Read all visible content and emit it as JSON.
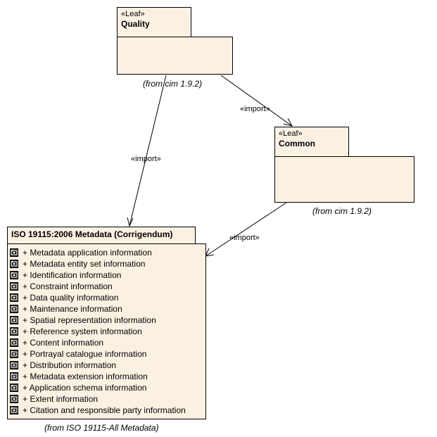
{
  "packages": {
    "quality": {
      "stereotype": "«Leaf»",
      "name": "Quality",
      "from": "(from cim 1.9.2)"
    },
    "common": {
      "stereotype": "«Leaf»",
      "name": "Common",
      "from": "(from cim 1.9.2)"
    },
    "iso": {
      "name": "ISO 19115:2006 Metadata (Corrigendum)",
      "from": "(from ISO 19115-All Metadata)",
      "items": [
        {
          "label": "+ Metadata application information",
          "icon": "package-icon"
        },
        {
          "label": "+ Metadata entity set information",
          "icon": "package-icon"
        },
        {
          "label": "+ Identification information",
          "icon": "package-icon"
        },
        {
          "label": "+ Constraint information",
          "icon": "package-icon"
        },
        {
          "label": "+ Data quality information",
          "icon": "package-icon"
        },
        {
          "label": "+ Maintenance information",
          "icon": "package-icon"
        },
        {
          "label": "+ Spatial representation information",
          "icon": "package-icon"
        },
        {
          "label": "+ Reference system information",
          "icon": "package-icon"
        },
        {
          "label": "+ Content information",
          "icon": "package-icon"
        },
        {
          "label": "+ Portrayal catalogue information",
          "icon": "package-icon"
        },
        {
          "label": "+ Distribution information",
          "icon": "package-icon"
        },
        {
          "label": "+ Metadata extension information",
          "icon": "package-icon"
        },
        {
          "label": "+ Application schema information",
          "icon": "package-icon"
        },
        {
          "label": "+ Extent information",
          "icon": "package-icon"
        },
        {
          "label": "+ Citation and responsible party information",
          "icon": "package-icon"
        }
      ]
    }
  },
  "connectors": {
    "quality_to_common": "«import»",
    "quality_to_iso": "«import»",
    "common_to_iso": "«import»"
  }
}
